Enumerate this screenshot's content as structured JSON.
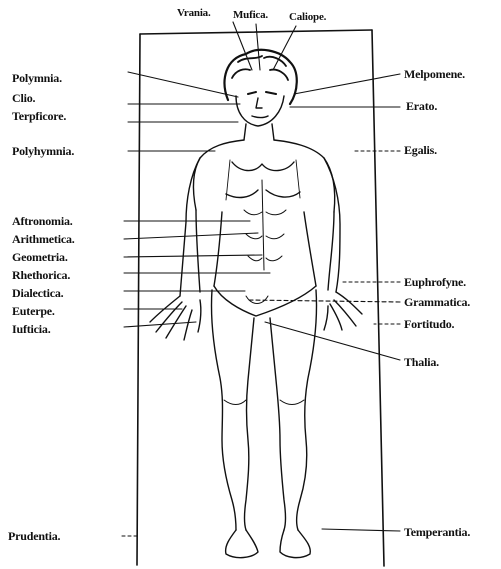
{
  "top_labels": [
    "Vrania.",
    "Mufica.",
    "Caliope."
  ],
  "left_labels": [
    "Polymnia.",
    "Clio.",
    "Terpficore.",
    "Polyhymnia.",
    "Aftronomia.",
    "Arithmetica.",
    "Geometria.",
    "Rhethorica.",
    "Dialectica.",
    "Euterpe.",
    "Iufticia.",
    "Prudentia."
  ],
  "right_labels": [
    "Melpomene.",
    "Erato.",
    "Egalis.",
    "Euphrofyne.",
    "Grammatica.",
    "Fortitudo.",
    "Thalia.",
    "Temperantia."
  ],
  "colors": {
    "ink": "#111111",
    "background": "#ffffff"
  }
}
